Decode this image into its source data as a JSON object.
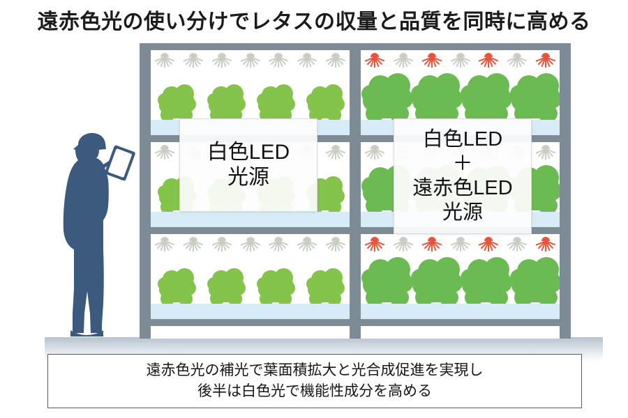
{
  "title": "遠赤色光の使い分けでレタスの収量と品質を同時に高める",
  "label_left": {
    "lines": [
      "白色LED",
      "光源"
    ]
  },
  "label_right": {
    "lines": [
      "白色LED",
      "＋",
      "遠赤色LED",
      "光源"
    ]
  },
  "caption": {
    "lines": [
      "遠赤色光の補光で葉面積拡大と光合成促進を実現し",
      "後半は白色光で機能性成分を高める"
    ]
  },
  "colors": {
    "frame": "#7d8b97",
    "tray": "#d8ecf7",
    "lamp_white": "#c9cdc4",
    "lamp_red": "#e8533a",
    "lettuce_light": "#84c44a",
    "lettuce_dark": "#6cbb52",
    "worker": "#3c5a7d",
    "title_text": "#1b1b1b",
    "caption_border": "#5a5a5a"
  },
  "rack": {
    "tiers": [
      {
        "name": "top-tier",
        "left": {
          "lamp_colors": [
            "white",
            "white",
            "white",
            "white",
            "white",
            "white",
            "white"
          ],
          "plants": 4,
          "plant_size": "small",
          "plant_color": "#84c44a"
        },
        "right": {
          "lamp_colors": [
            "red",
            "white",
            "red",
            "white",
            "red",
            "white",
            "red"
          ],
          "plants": 4,
          "plant_size": "large",
          "plant_color": "#6cbb52"
        }
      },
      {
        "name": "middle-tier",
        "left": {
          "lamp_colors": [
            "white",
            "white",
            "white",
            "white",
            "white",
            "white",
            "white"
          ],
          "plants": 4,
          "plant_size": "small",
          "plant_color": "#84c44a"
        },
        "right": {
          "lamp_colors": [
            "white",
            "white",
            "white",
            "white",
            "white",
            "white",
            "white"
          ],
          "plants": 4,
          "plant_size": "large",
          "plant_color": "#6cbb52"
        }
      },
      {
        "name": "bottom-tier",
        "left": {
          "lamp_colors": [
            "white",
            "white",
            "white",
            "white",
            "white",
            "white",
            "white"
          ],
          "plants": 4,
          "plant_size": "small",
          "plant_color": "#84c44a"
        },
        "right": {
          "lamp_colors": [
            "red",
            "white",
            "red",
            "white",
            "red",
            "white",
            "red"
          ],
          "plants": 4,
          "plant_size": "large",
          "plant_color": "#6cbb52"
        }
      },
      {
        "name": "empty-tier",
        "left": {
          "lamp_colors": [],
          "plants": 0,
          "plant_size": "none",
          "plant_color": "#84c44a"
        },
        "right": {
          "lamp_colors": [],
          "plants": 0,
          "plant_size": "none",
          "plant_color": "#6cbb52"
        }
      }
    ]
  },
  "worker": {
    "description": "worker-silhouette-with-tablet"
  }
}
